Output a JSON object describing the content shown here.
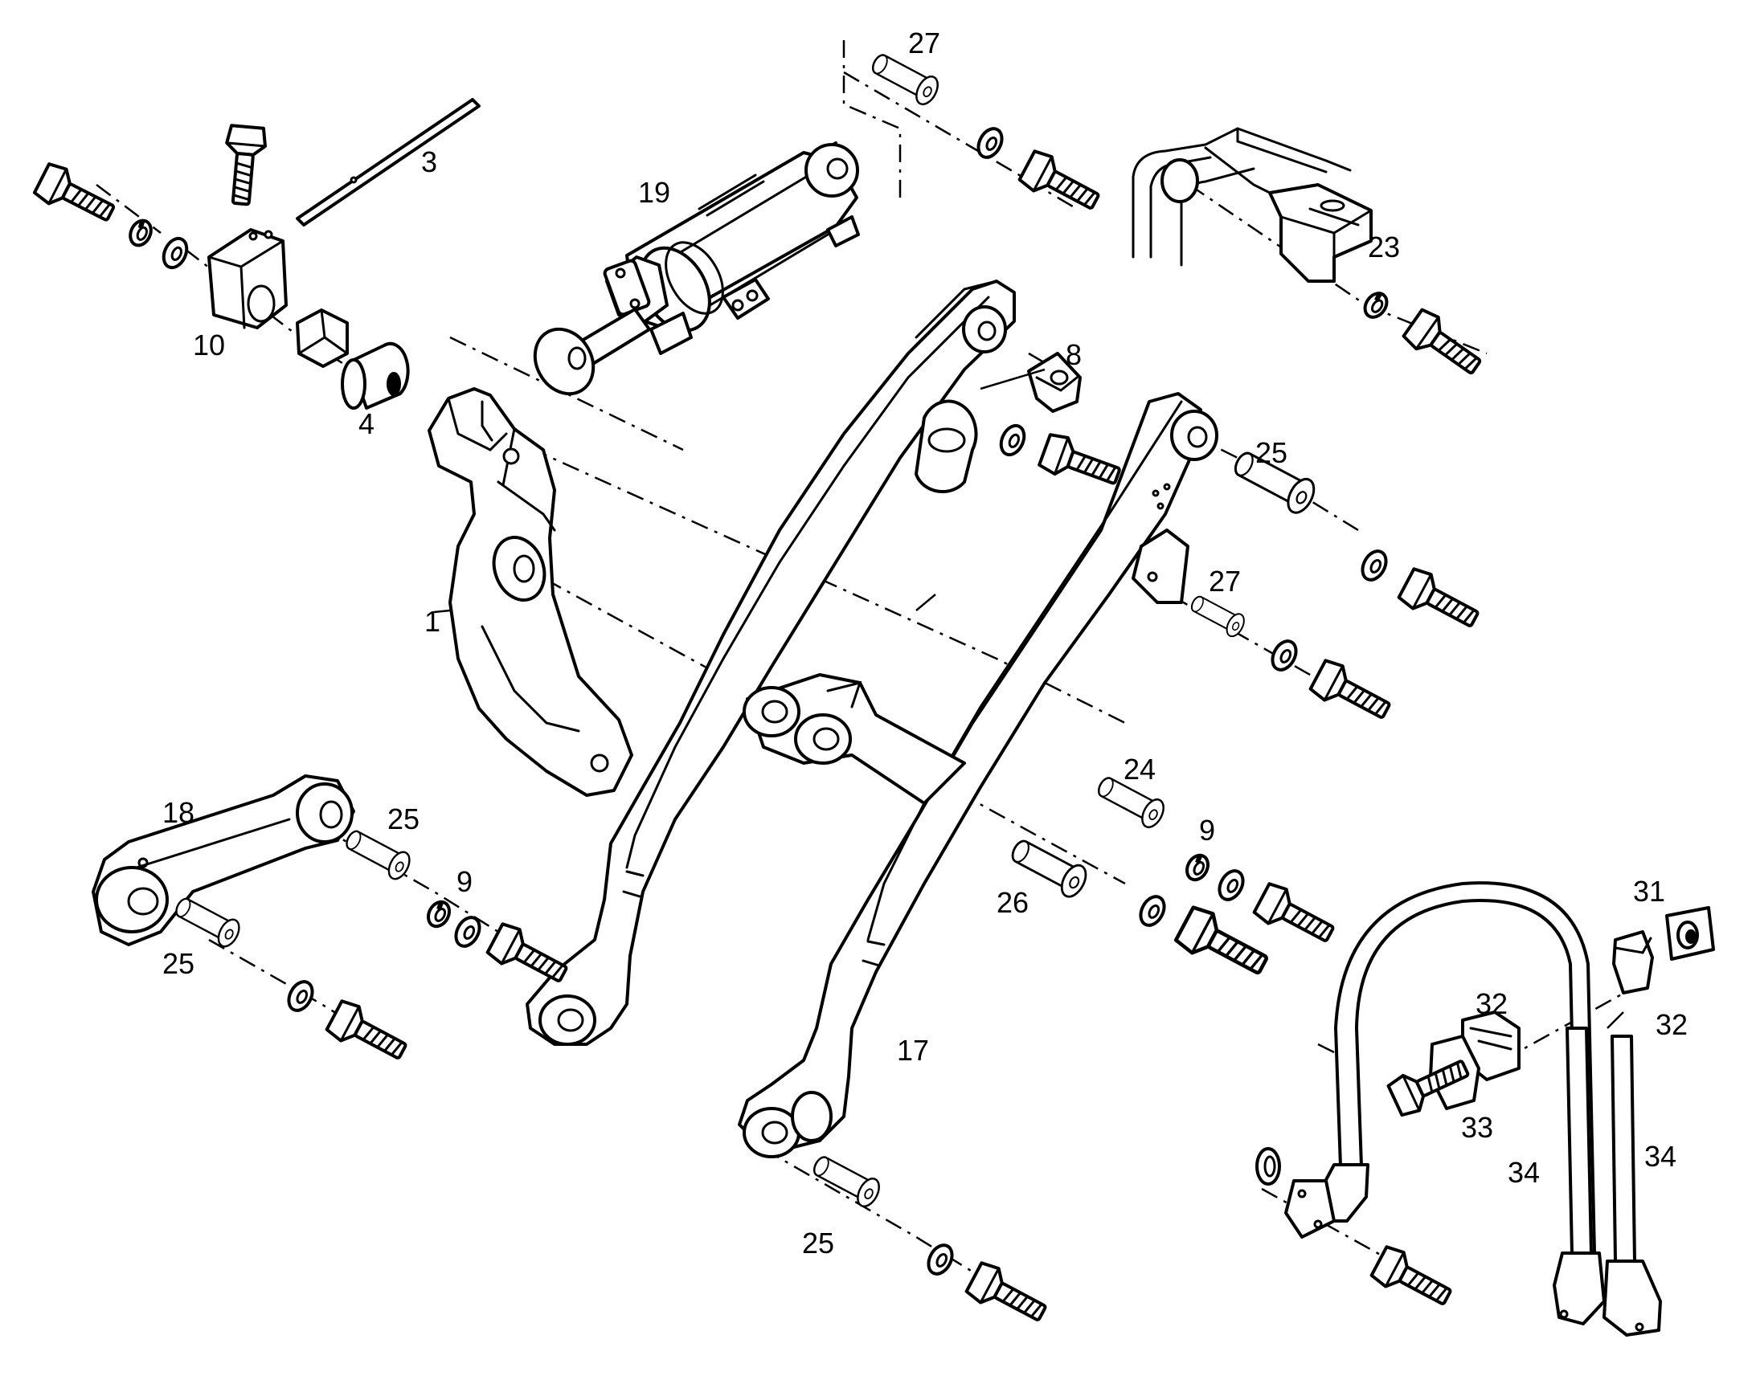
{
  "callouts": {
    "c1": "1",
    "c3": "3",
    "c4": "4",
    "c8": "8",
    "c9a": "9",
    "c9b": "9",
    "c10": "10",
    "c17": "17",
    "c18": "18",
    "c19": "19",
    "c23": "23",
    "c24": "24",
    "c25a": "25",
    "c25b": "25",
    "c25c": "25",
    "c25d": "25",
    "c26": "26",
    "c27a": "27",
    "c27b": "27",
    "c31": "31",
    "c32a": "32",
    "c32b": "32",
    "c33": "33",
    "c34a": "34",
    "c34b": "34"
  }
}
